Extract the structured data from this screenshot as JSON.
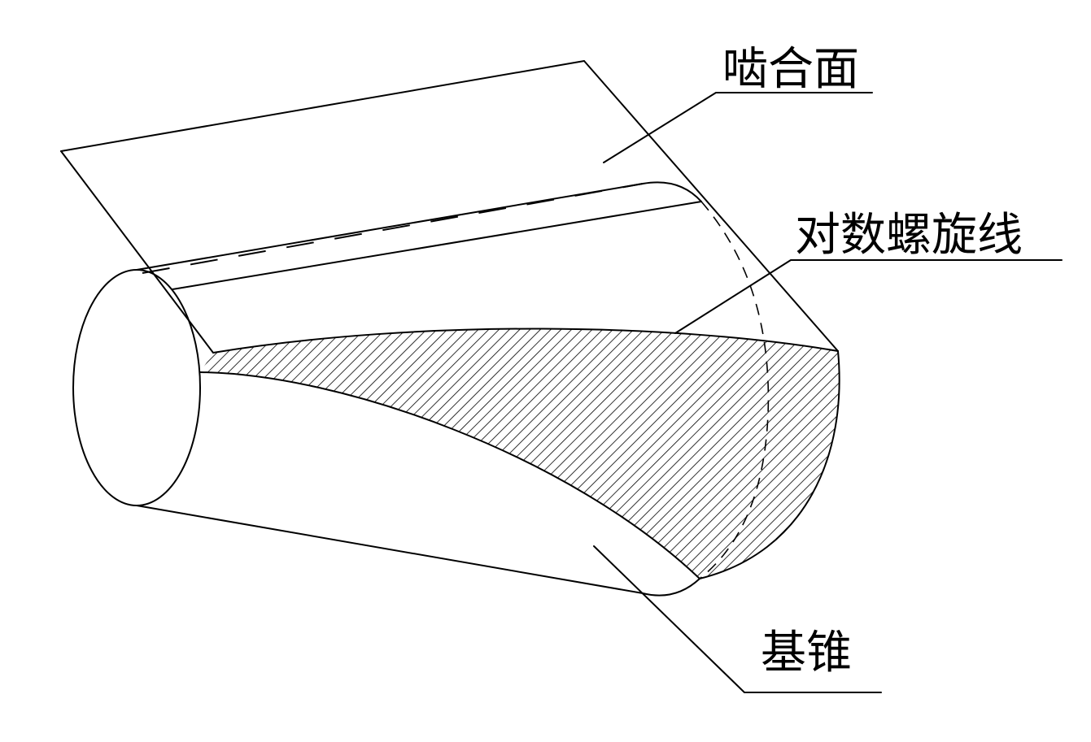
{
  "labels": {
    "mesh_surface": "啮合面",
    "log_spiral": "对数螺旋线",
    "base_cone": "基锥"
  },
  "colors": {
    "line": "#000000",
    "background": "#ffffff"
  }
}
